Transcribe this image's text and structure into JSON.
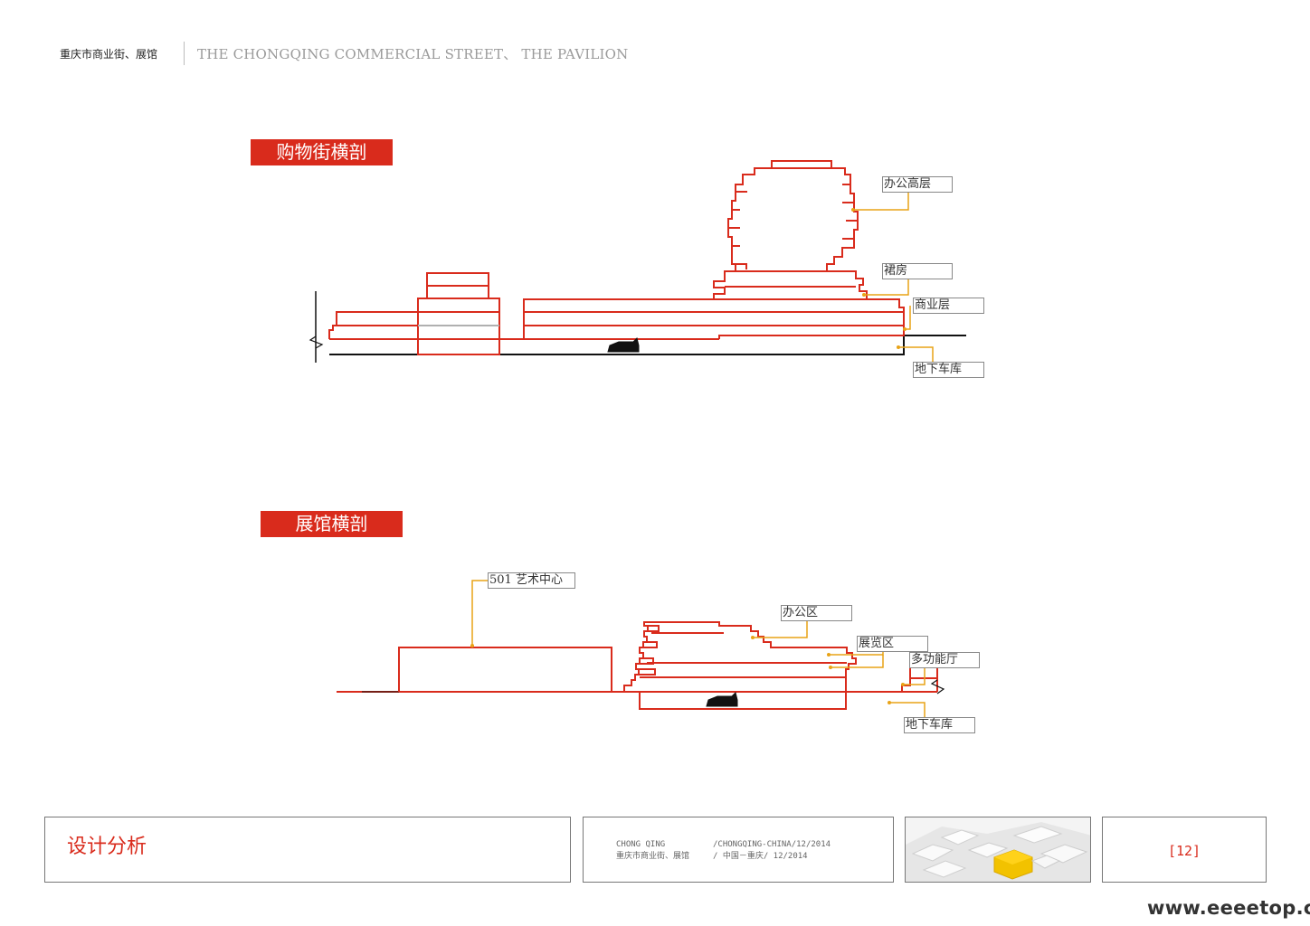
{
  "header": {
    "title_cn": "重庆市商业街、展馆",
    "title_en": "THE CHONGQING COMMERCIAL STREET、 THE PAVILION"
  },
  "section1": {
    "title": "购物街横剖",
    "labels": [
      "办公高层",
      "裙房",
      "商业层",
      "地下车库"
    ]
  },
  "section2": {
    "title": "展馆横剖",
    "labels": [
      "501 艺术中心",
      "办公区",
      "展览区",
      "多功能厅",
      "地下车库"
    ]
  },
  "colors": {
    "accent": "#d92b1c",
    "leader": "#e8a317",
    "ground": "#111111"
  },
  "footer": {
    "title": "设计分析",
    "info_line1_left": "CHONG QING",
    "info_line1_right": "/CHONGQING-CHINA/12/2014",
    "info_line2_left": "重庆市商业街、展馆",
    "info_line2_right": "/ 中国－重庆/   12/2014",
    "page": "[12]"
  },
  "watermark": "www.eeeetop.com"
}
